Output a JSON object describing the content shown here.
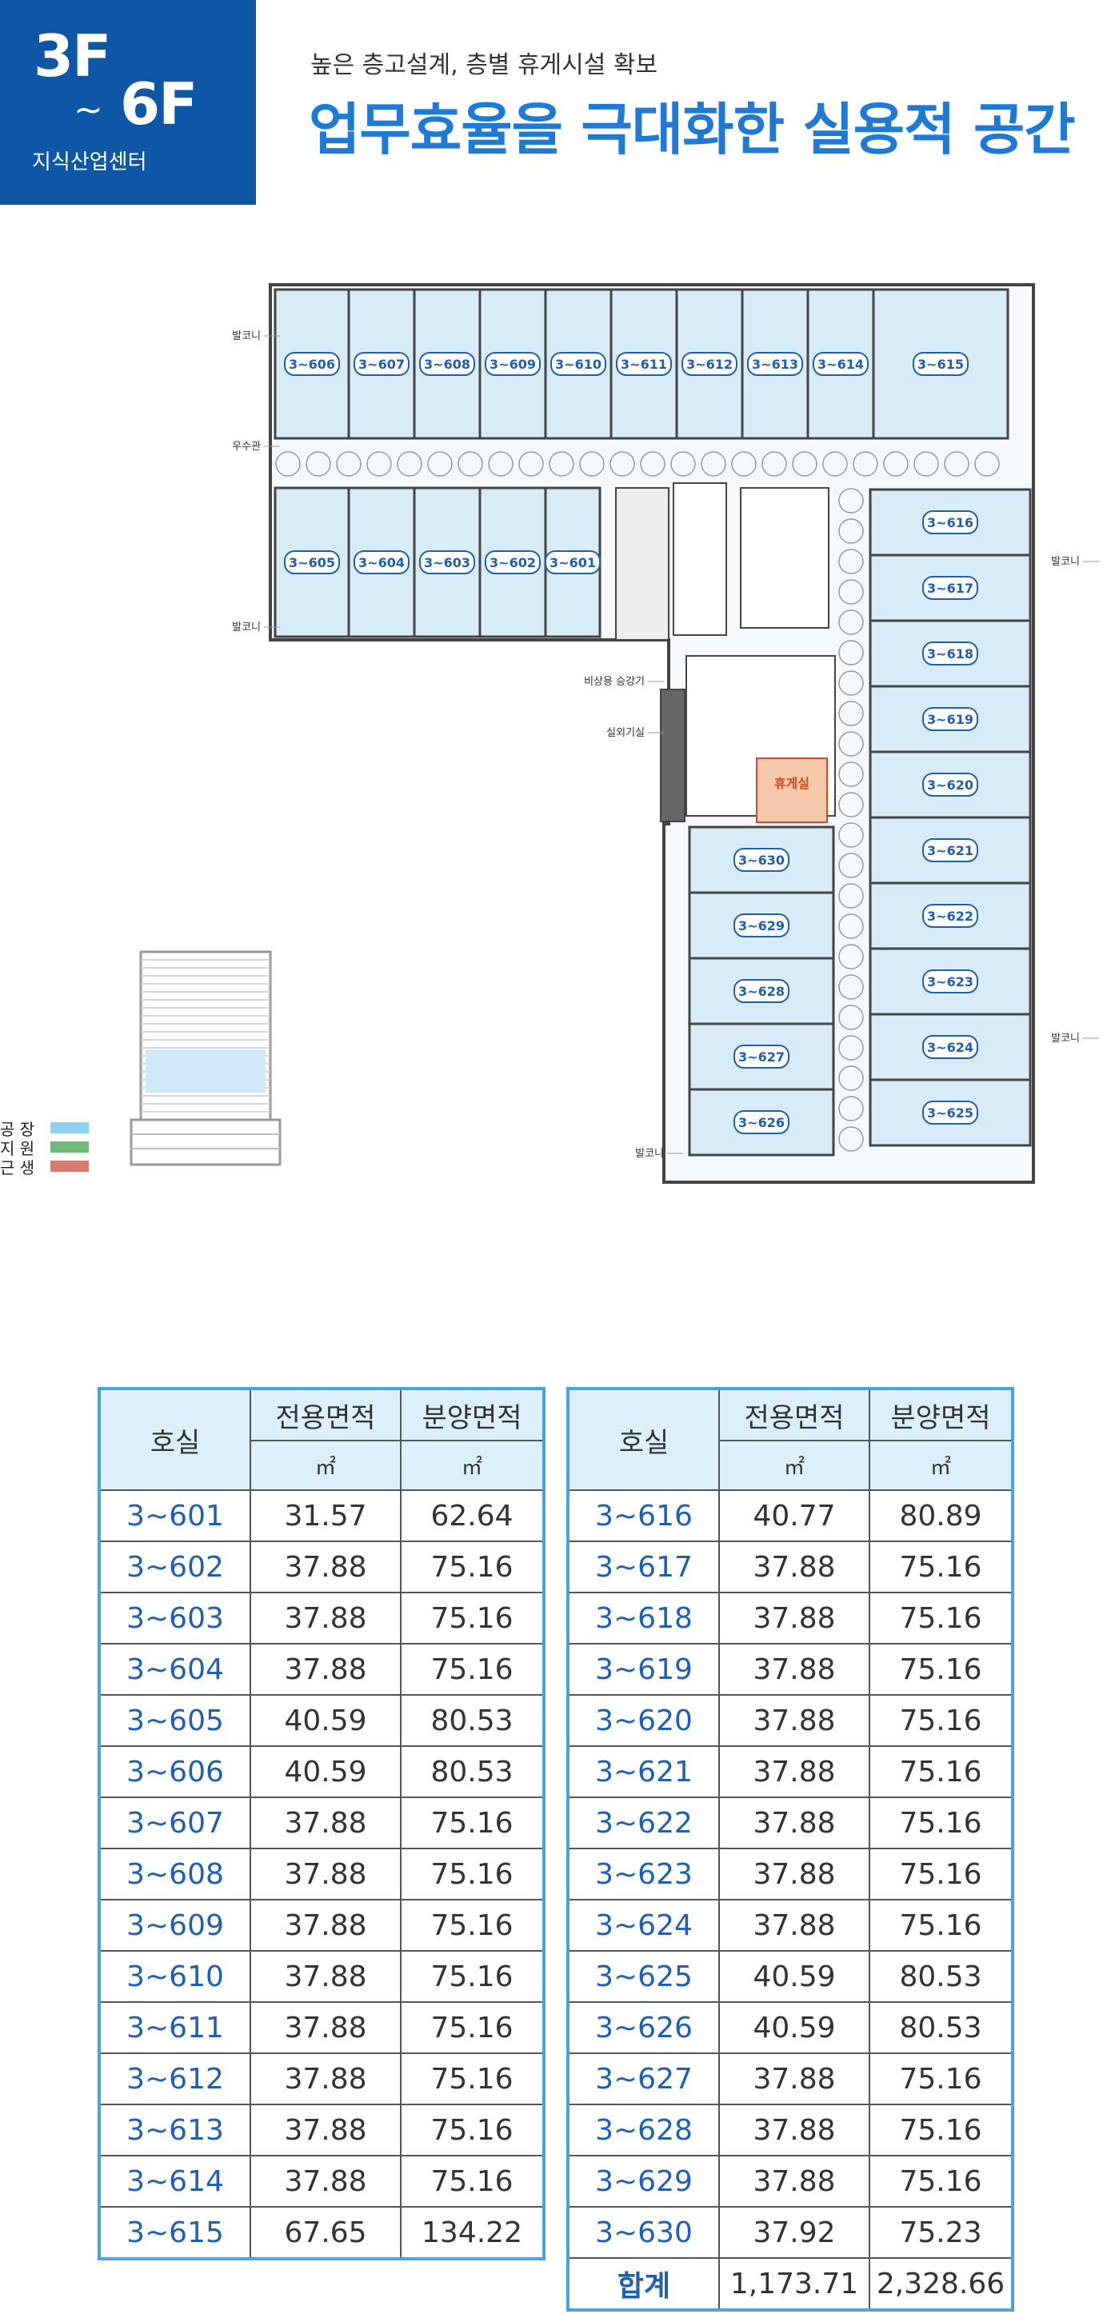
{
  "header": {
    "floor_from": "3F",
    "tilde": "~",
    "floor_to": "6F",
    "floor_type": "지식산업센터",
    "subtitle": "높은 층고설계, 층별 휴게시설 확보",
    "headline": "업무효율을 극대화한 실용적 공간"
  },
  "plan": {
    "units_top_row": [
      "3~606",
      "3~607",
      "3~608",
      "3~609",
      "3~610",
      "3~611",
      "3~612",
      "3~613",
      "3~614",
      "3~615"
    ],
    "units_mid_row": [
      "3~605",
      "3~604",
      "3~603",
      "3~602",
      "3~601"
    ],
    "units_right_col": [
      "3~616",
      "3~617",
      "3~618",
      "3~619",
      "3~620",
      "3~621",
      "3~622",
      "3~623",
      "3~624",
      "3~625"
    ],
    "units_inner_col": [
      "3~630",
      "3~629",
      "3~628",
      "3~627",
      "3~626"
    ],
    "lounge": "휴게실",
    "callouts": {
      "balcony": "발코니",
      "drain": "우수관",
      "emergency_elevator": "비상용 승강기",
      "outdoor_unit": "실외기실"
    },
    "colors": {
      "unit_fill": "#d8ecf8",
      "lounge_fill": "#f4c8a8",
      "lounge_text": "#d9481e",
      "wall": "#444444"
    }
  },
  "legend": {
    "items": [
      {
        "label": "공 장",
        "color": "#8fd0f0"
      },
      {
        "label": "지 원",
        "color": "#6dbb78"
      },
      {
        "label": "근 생",
        "color": "#d87a70"
      }
    ]
  },
  "tables": {
    "header_room": "호실",
    "header_exclusive": "전용면적",
    "header_sale": "분양면적",
    "unit": "㎡",
    "left_rows": [
      {
        "room": "3~601",
        "exclusive": "31.57",
        "sale": "62.64"
      },
      {
        "room": "3~602",
        "exclusive": "37.88",
        "sale": "75.16"
      },
      {
        "room": "3~603",
        "exclusive": "37.88",
        "sale": "75.16"
      },
      {
        "room": "3~604",
        "exclusive": "37.88",
        "sale": "75.16"
      },
      {
        "room": "3~605",
        "exclusive": "40.59",
        "sale": "80.53"
      },
      {
        "room": "3~606",
        "exclusive": "40.59",
        "sale": "80.53"
      },
      {
        "room": "3~607",
        "exclusive": "37.88",
        "sale": "75.16"
      },
      {
        "room": "3~608",
        "exclusive": "37.88",
        "sale": "75.16"
      },
      {
        "room": "3~609",
        "exclusive": "37.88",
        "sale": "75.16"
      },
      {
        "room": "3~610",
        "exclusive": "37.88",
        "sale": "75.16"
      },
      {
        "room": "3~611",
        "exclusive": "37.88",
        "sale": "75.16"
      },
      {
        "room": "3~612",
        "exclusive": "37.88",
        "sale": "75.16"
      },
      {
        "room": "3~613",
        "exclusive": "37.88",
        "sale": "75.16"
      },
      {
        "room": "3~614",
        "exclusive": "37.88",
        "sale": "75.16"
      },
      {
        "room": "3~615",
        "exclusive": "67.65",
        "sale": "134.22"
      }
    ],
    "right_rows": [
      {
        "room": "3~616",
        "exclusive": "40.77",
        "sale": "80.89"
      },
      {
        "room": "3~617",
        "exclusive": "37.88",
        "sale": "75.16"
      },
      {
        "room": "3~618",
        "exclusive": "37.88",
        "sale": "75.16"
      },
      {
        "room": "3~619",
        "exclusive": "37.88",
        "sale": "75.16"
      },
      {
        "room": "3~620",
        "exclusive": "37.88",
        "sale": "75.16"
      },
      {
        "room": "3~621",
        "exclusive": "37.88",
        "sale": "75.16"
      },
      {
        "room": "3~622",
        "exclusive": "37.88",
        "sale": "75.16"
      },
      {
        "room": "3~623",
        "exclusive": "37.88",
        "sale": "75.16"
      },
      {
        "room": "3~624",
        "exclusive": "37.88",
        "sale": "75.16"
      },
      {
        "room": "3~625",
        "exclusive": "40.59",
        "sale": "80.53"
      },
      {
        "room": "3~626",
        "exclusive": "40.59",
        "sale": "80.53"
      },
      {
        "room": "3~627",
        "exclusive": "37.88",
        "sale": "75.16"
      },
      {
        "room": "3~628",
        "exclusive": "37.88",
        "sale": "75.16"
      },
      {
        "room": "3~629",
        "exclusive": "37.88",
        "sale": "75.16"
      },
      {
        "room": "3~630",
        "exclusive": "37.92",
        "sale": "75.23"
      }
    ],
    "total": {
      "room": "합계",
      "exclusive": "1,173.71",
      "sale": "2,328.66"
    }
  }
}
